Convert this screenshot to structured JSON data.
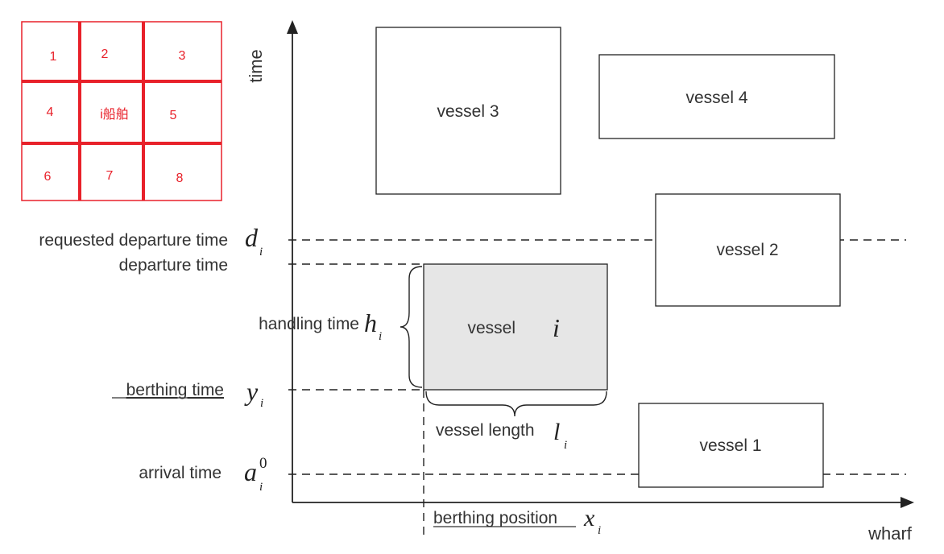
{
  "neighbor_grid": {
    "color": "#e8212a",
    "cells": [
      "1",
      "2",
      "3",
      "4",
      "i船舶",
      "5",
      "6",
      "7",
      "8"
    ]
  },
  "axes": {
    "y_label": "time",
    "x_label": "wharf"
  },
  "time_labels": {
    "requested_departure": "requested departure time",
    "departure": "departure time",
    "handling": "handling time",
    "berthing": "berthing time",
    "arrival": "arrival time"
  },
  "position_labels": {
    "berthing_position": "berthing position",
    "vessel_length": "vessel length"
  },
  "math": {
    "d": "d",
    "d_sub": "i",
    "h": "h",
    "h_sub": "i",
    "y": "y",
    "y_sub": "i",
    "a": "a",
    "a_sub": "i",
    "a_sup": "0",
    "x": "x",
    "x_sub": "i",
    "l": "l",
    "l_sub": "i"
  },
  "vessels": {
    "v1": "vessel 1",
    "v2": "vessel 2",
    "v3": "vessel 3",
    "v4": "vessel 4",
    "vi_prefix": "vessel",
    "vi_italic": "i"
  },
  "colors": {
    "vessel_i_fill": "#e6e6e6",
    "line": "#222222"
  }
}
